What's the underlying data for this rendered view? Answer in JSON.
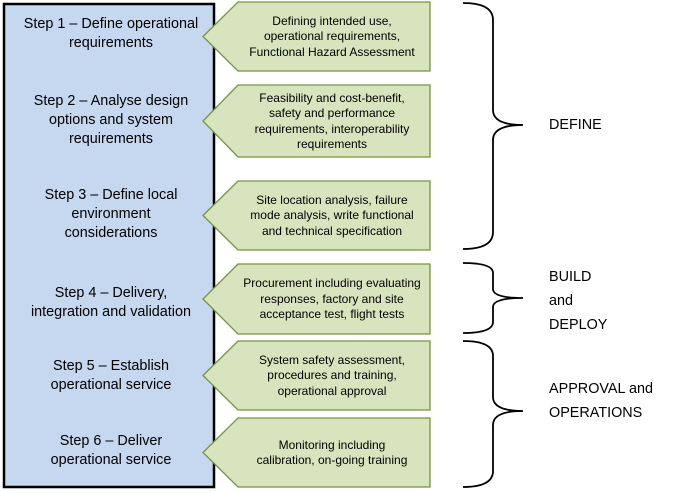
{
  "colors": {
    "panel_fill": "#c5d8f0",
    "callout_fill": "#d7e4bd",
    "callout_border": "#77933c",
    "bracket": "#000000"
  },
  "steps": [
    {
      "label": "Step 1 – Define operational requirements",
      "description": "Defining intended use, operational requirements, Functional Hazard Assessment"
    },
    {
      "label": "Step 2 – Analyse design options and system requirements",
      "description": "Feasibility and cost-benefit, safety and performance requirements, interoperability requirements"
    },
    {
      "label": "Step 3 – Define local environment considerations",
      "description": "Site location analysis, failure mode analysis, write functional and technical specification"
    },
    {
      "label": "Step 4 – Delivery, integration and validation",
      "description": "Procurement including evaluating responses, factory and site acceptance test, flight tests"
    },
    {
      "label": "Step 5 – Establish operational service",
      "description": "System safety assessment, procedures and training, operational approval"
    },
    {
      "label": "Step 6 – Deliver operational service",
      "description": "Monitoring including calibration, on-going training"
    }
  ],
  "phases": [
    {
      "label": "DEFINE"
    },
    {
      "label": "BUILD and DEPLOY"
    },
    {
      "label": "APPROVAL and OPERATIONS"
    }
  ]
}
